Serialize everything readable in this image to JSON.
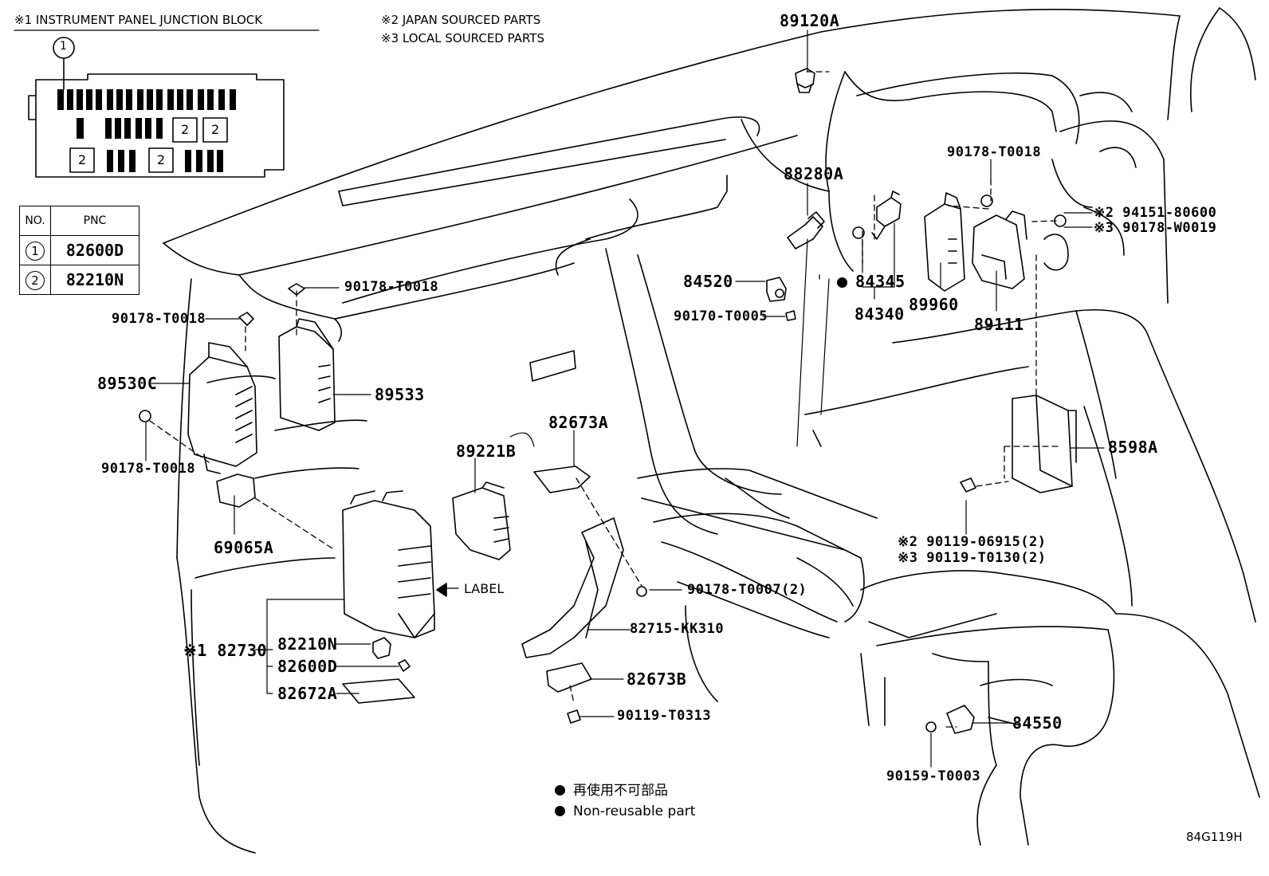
{
  "notes": {
    "n1": "※1 INSTRUMENT PANEL JUNCTION BLOCK",
    "n2": "※2 JAPAN SOURCED PARTS",
    "n3": "※3 LOCAL SOURCED PARTS"
  },
  "junction_block": {
    "ref": "1",
    "fuse_ref": "2"
  },
  "pnc_table": {
    "col_no": "NO.",
    "col_pnc": "PNC",
    "rows": [
      {
        "no": "1",
        "pnc": "82600D"
      },
      {
        "no": "2",
        "pnc": "82210N"
      }
    ]
  },
  "parts": {
    "p89120A": "89120A",
    "p88280A": "88280A",
    "p90178_T0018_top": "90178-T0018",
    "p94151": "※2 94151-80600",
    "p90178_W0019": "※3 90178-W0019",
    "p84345": "84345",
    "p84520": "84520",
    "p90170_T0005": "90170-T0005",
    "p84340": "84340",
    "p89960": "89960",
    "p89111": "89111",
    "p90178_T0018_a": "90178-T0018",
    "p90178_T0018_b": "90178-T0018",
    "p89530C": "89530C",
    "p89533": "89533",
    "p90178_T0018_c": "90178-T0018",
    "p69065A": "69065A",
    "p82673A": "82673A",
    "p89221B": "89221B",
    "p8598A": "8598A",
    "p90119_06915": "※2 90119-06915(2)",
    "p90119_T0130": "※3 90119-T0130(2)",
    "p90178_T0007": "90178-T0007(2)",
    "label_arrow": "LABEL",
    "p82730": "※1 82730",
    "p82210N": "82210N",
    "p82600D": "82600D",
    "p82672A": "82672A",
    "p82715": "82715-KK310",
    "p82673B": "82673B",
    "p90119_T0313": "90119-T0313",
    "p84550": "84550",
    "p90159_T0003": "90159-T0003"
  },
  "legend": {
    "jp": "再使用不可部品",
    "en": "Non-reusable part"
  },
  "figure_code": "84G119H"
}
